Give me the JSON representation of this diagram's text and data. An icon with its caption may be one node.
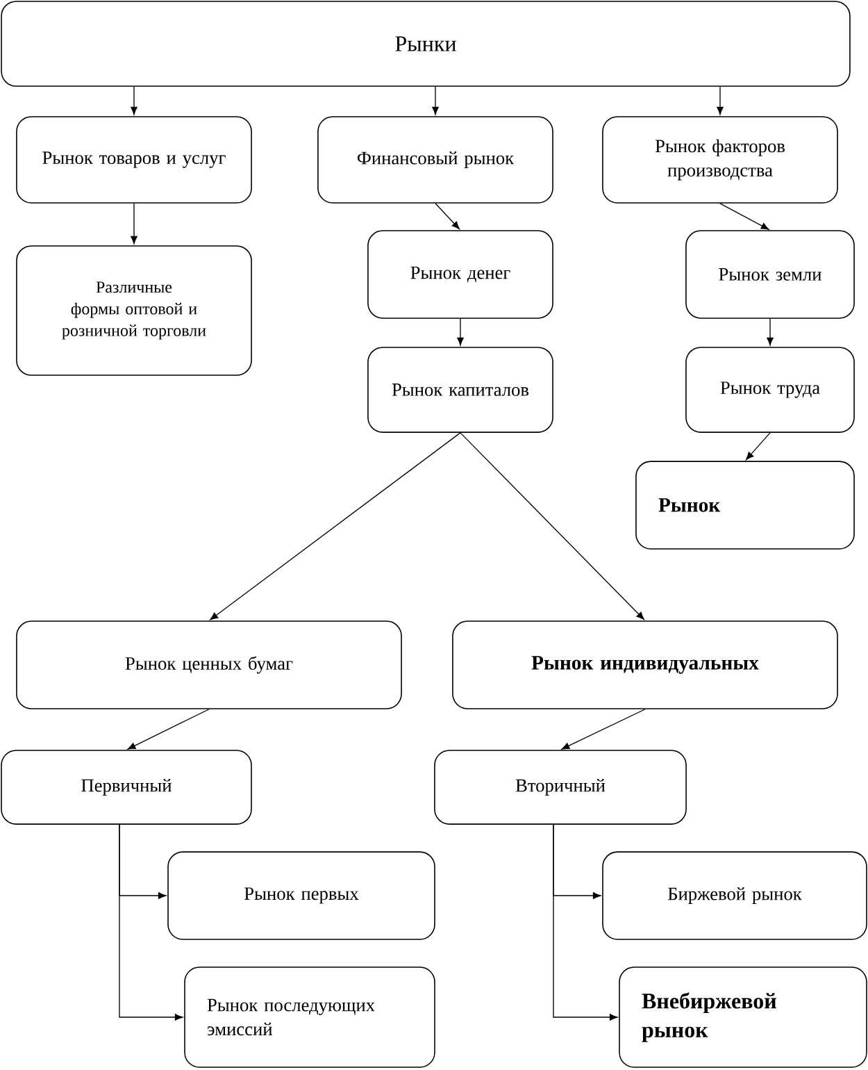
{
  "diagram": {
    "nodes": [
      {
        "text": [
          "Рынки"
        ]
      },
      {
        "text": [
          "Рынок товаров и услуг"
        ]
      },
      {
        "text": [
          "Финансовый рынок"
        ]
      },
      {
        "text": [
          "Рынок факторов производства"
        ]
      },
      {
        "text": [
          "Различные формы оптовой и розничной торговли"
        ]
      },
      {
        "text": [
          "Рынок денег"
        ]
      },
      {
        "text": [
          "Рынок земли"
        ]
      },
      {
        "text": [
          "Рынок капиталов"
        ]
      },
      {
        "text": [
          "Рынок труда"
        ]
      },
      {
        "text": [
          "Рынок"
        ]
      },
      {
        "text": [
          "Рынок ценных бумаг"
        ]
      },
      {
        "text": [
          "Рынок индивидуальных"
        ]
      },
      {
        "text": [
          "Первичный"
        ]
      },
      {
        "text": [
          "Вторичный"
        ]
      },
      {
        "text": [
          "Рынок первых"
        ]
      },
      {
        "text": [
          "Рынок последующих эмиссий"
        ]
      },
      {
        "text": [
          "Биржевой рынок"
        ]
      },
      {
        "text": [
          "Внебиржевой рынок"
        ]
      }
    ],
    "edges": [
      {
        "from": 0,
        "to": 1,
        "arrow": "to"
      },
      {
        "from": 0,
        "to": 2,
        "arrow": "to"
      },
      {
        "from": 0,
        "to": 3,
        "arrow": "to"
      },
      {
        "from": 1,
        "to": 4,
        "arrow": "to"
      },
      {
        "from": 2,
        "to": 5,
        "arrow": "to"
      },
      {
        "from": 5,
        "to": 7,
        "arrow": "to"
      },
      {
        "from": 3,
        "to": 6,
        "arrow": "to"
      },
      {
        "from": 6,
        "to": 8,
        "arrow": "to"
      },
      {
        "from": 8,
        "to": 9,
        "arrow": "to"
      },
      {
        "from": 7,
        "to": 10,
        "arrow": "to"
      },
      {
        "from": 7,
        "to": 11,
        "arrow": "to"
      },
      {
        "from": 10,
        "to": 12,
        "arrow": "to"
      },
      {
        "from": 11,
        "to": 13,
        "arrow": "to"
      },
      {
        "from": 12,
        "to": 14,
        "arrow": "to"
      },
      {
        "from": 12,
        "to": 15,
        "arrow": "to"
      },
      {
        "from": 13,
        "to": 16,
        "arrow": "to"
      },
      {
        "from": 13,
        "to": 17,
        "arrow": "to"
      }
    ]
  }
}
